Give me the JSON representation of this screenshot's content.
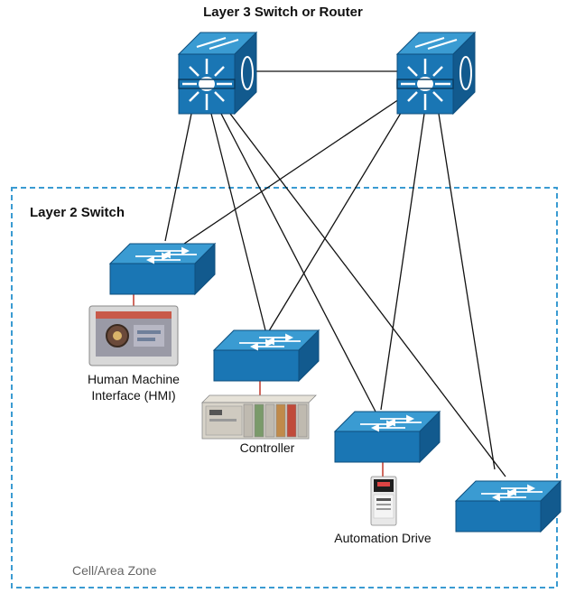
{
  "labels": {
    "layer3": "Layer 3 Switch or Router",
    "layer2": "Layer 2 Switch",
    "hmi_line1": "Human Machine",
    "hmi_line2": "Interface (HMI)",
    "controller": "Controller",
    "drive": "Automation Drive",
    "zone": "Cell/Area Zone"
  },
  "colors": {
    "switch_top": "#3a9bd2",
    "switch_front": "#1a76b4",
    "switch_side": "#125a8e",
    "zone_border": "#3a9bd2",
    "link": "#111111",
    "device_link": "#c0392b"
  },
  "icons": {
    "router": "layer3-switch-icon",
    "switch": "layer2-switch-icon",
    "hmi": "hmi-panel-icon",
    "controller": "plc-controller-icon",
    "drive": "automation-drive-icon"
  }
}
